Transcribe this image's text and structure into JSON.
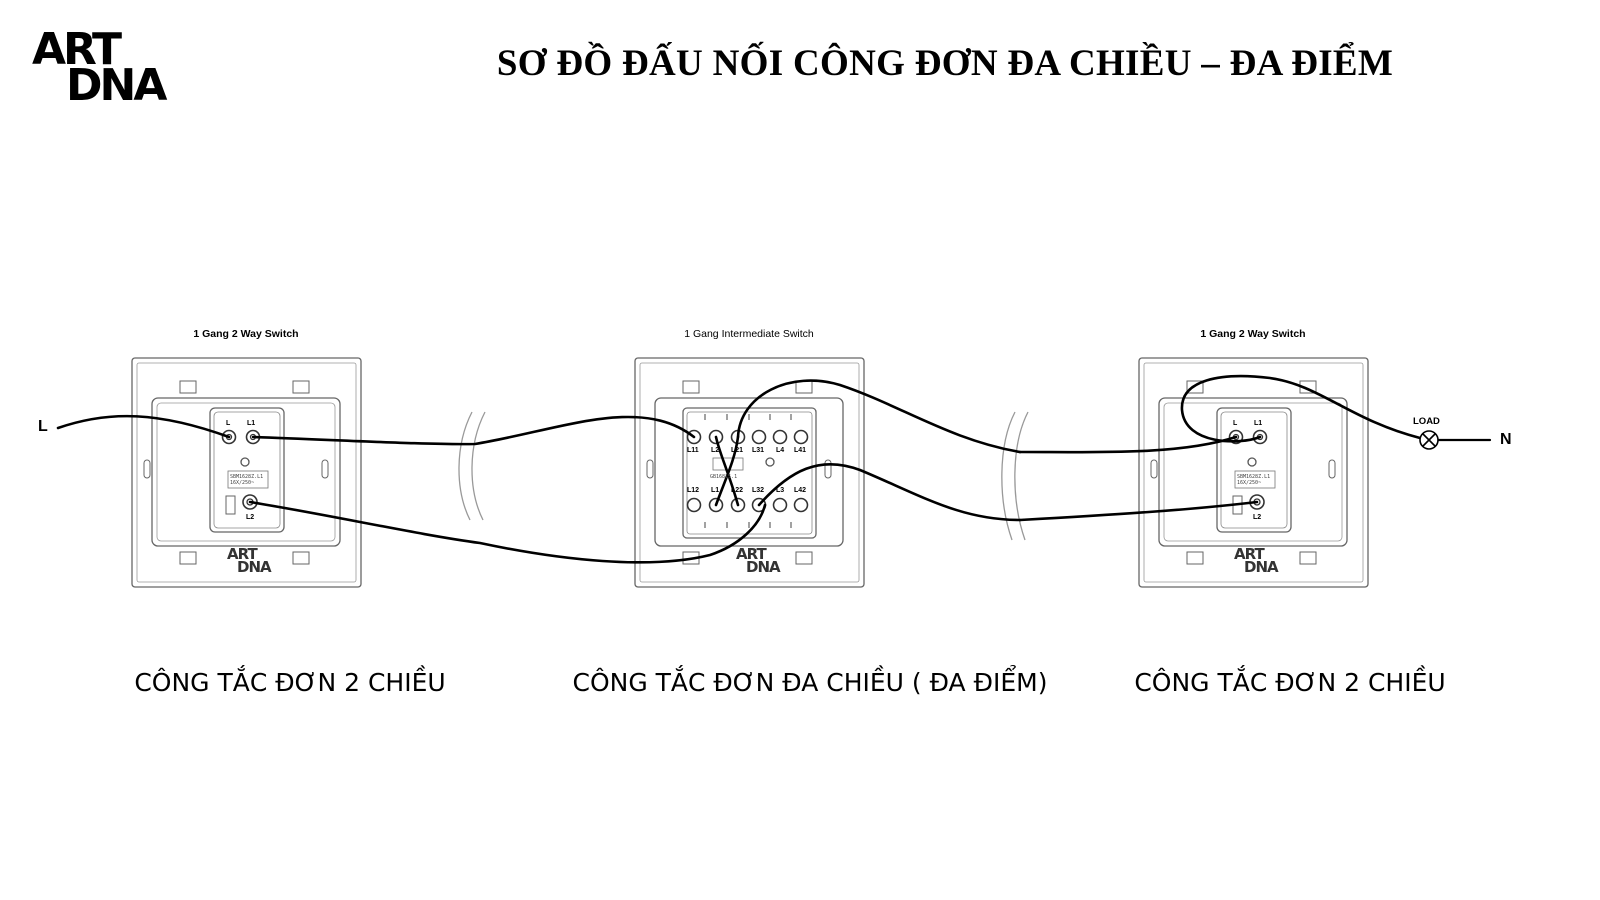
{
  "logo": {
    "line1": "ART",
    "line2": "DNA"
  },
  "title": "SƠ ĐỒ ĐẤU NỐI CÔNG ĐƠN ĐA CHIỀU – ĐA ĐIỂM",
  "switches": {
    "left": {
      "heading": "1 Gang 2 Way Switch",
      "caption": "CÔNG TẮC ĐƠN 2 CHIỀU",
      "terminals": [
        "L",
        "L1",
        "L2"
      ],
      "spec": [
        "SBM1628Z.L1",
        "16X/250~"
      ],
      "brand": [
        "ART",
        "DNA"
      ]
    },
    "middle": {
      "heading": "1 Gang Intermediate Switch",
      "caption": "CÔNG TẮC ĐƠN ĐA CHIỀU ( ĐA ĐIỂM)",
      "terminals_top": [
        "L11",
        "L2",
        "L21",
        "L31",
        "L4",
        "L41"
      ],
      "terminals_bottom": [
        "L12",
        "L1",
        "L22",
        "L32",
        "L3",
        "L42"
      ],
      "spec": [
        "GB16815.1"
      ],
      "brand": [
        "ART",
        "DNA"
      ]
    },
    "right": {
      "heading": "1 Gang 2 Way Switch",
      "caption": "CÔNG TẮC ĐƠN 2 CHIỀU",
      "terminals": [
        "L",
        "L1",
        "L2"
      ],
      "spec": [
        "SBM1628Z.L1",
        "16X/250~"
      ],
      "brand": [
        "ART",
        "DNA"
      ]
    }
  },
  "wires": {
    "line_label": "L",
    "neutral_label": "N",
    "load_label": "LOAD"
  },
  "colors": {
    "wire": "#000000",
    "outline": "#555555"
  }
}
